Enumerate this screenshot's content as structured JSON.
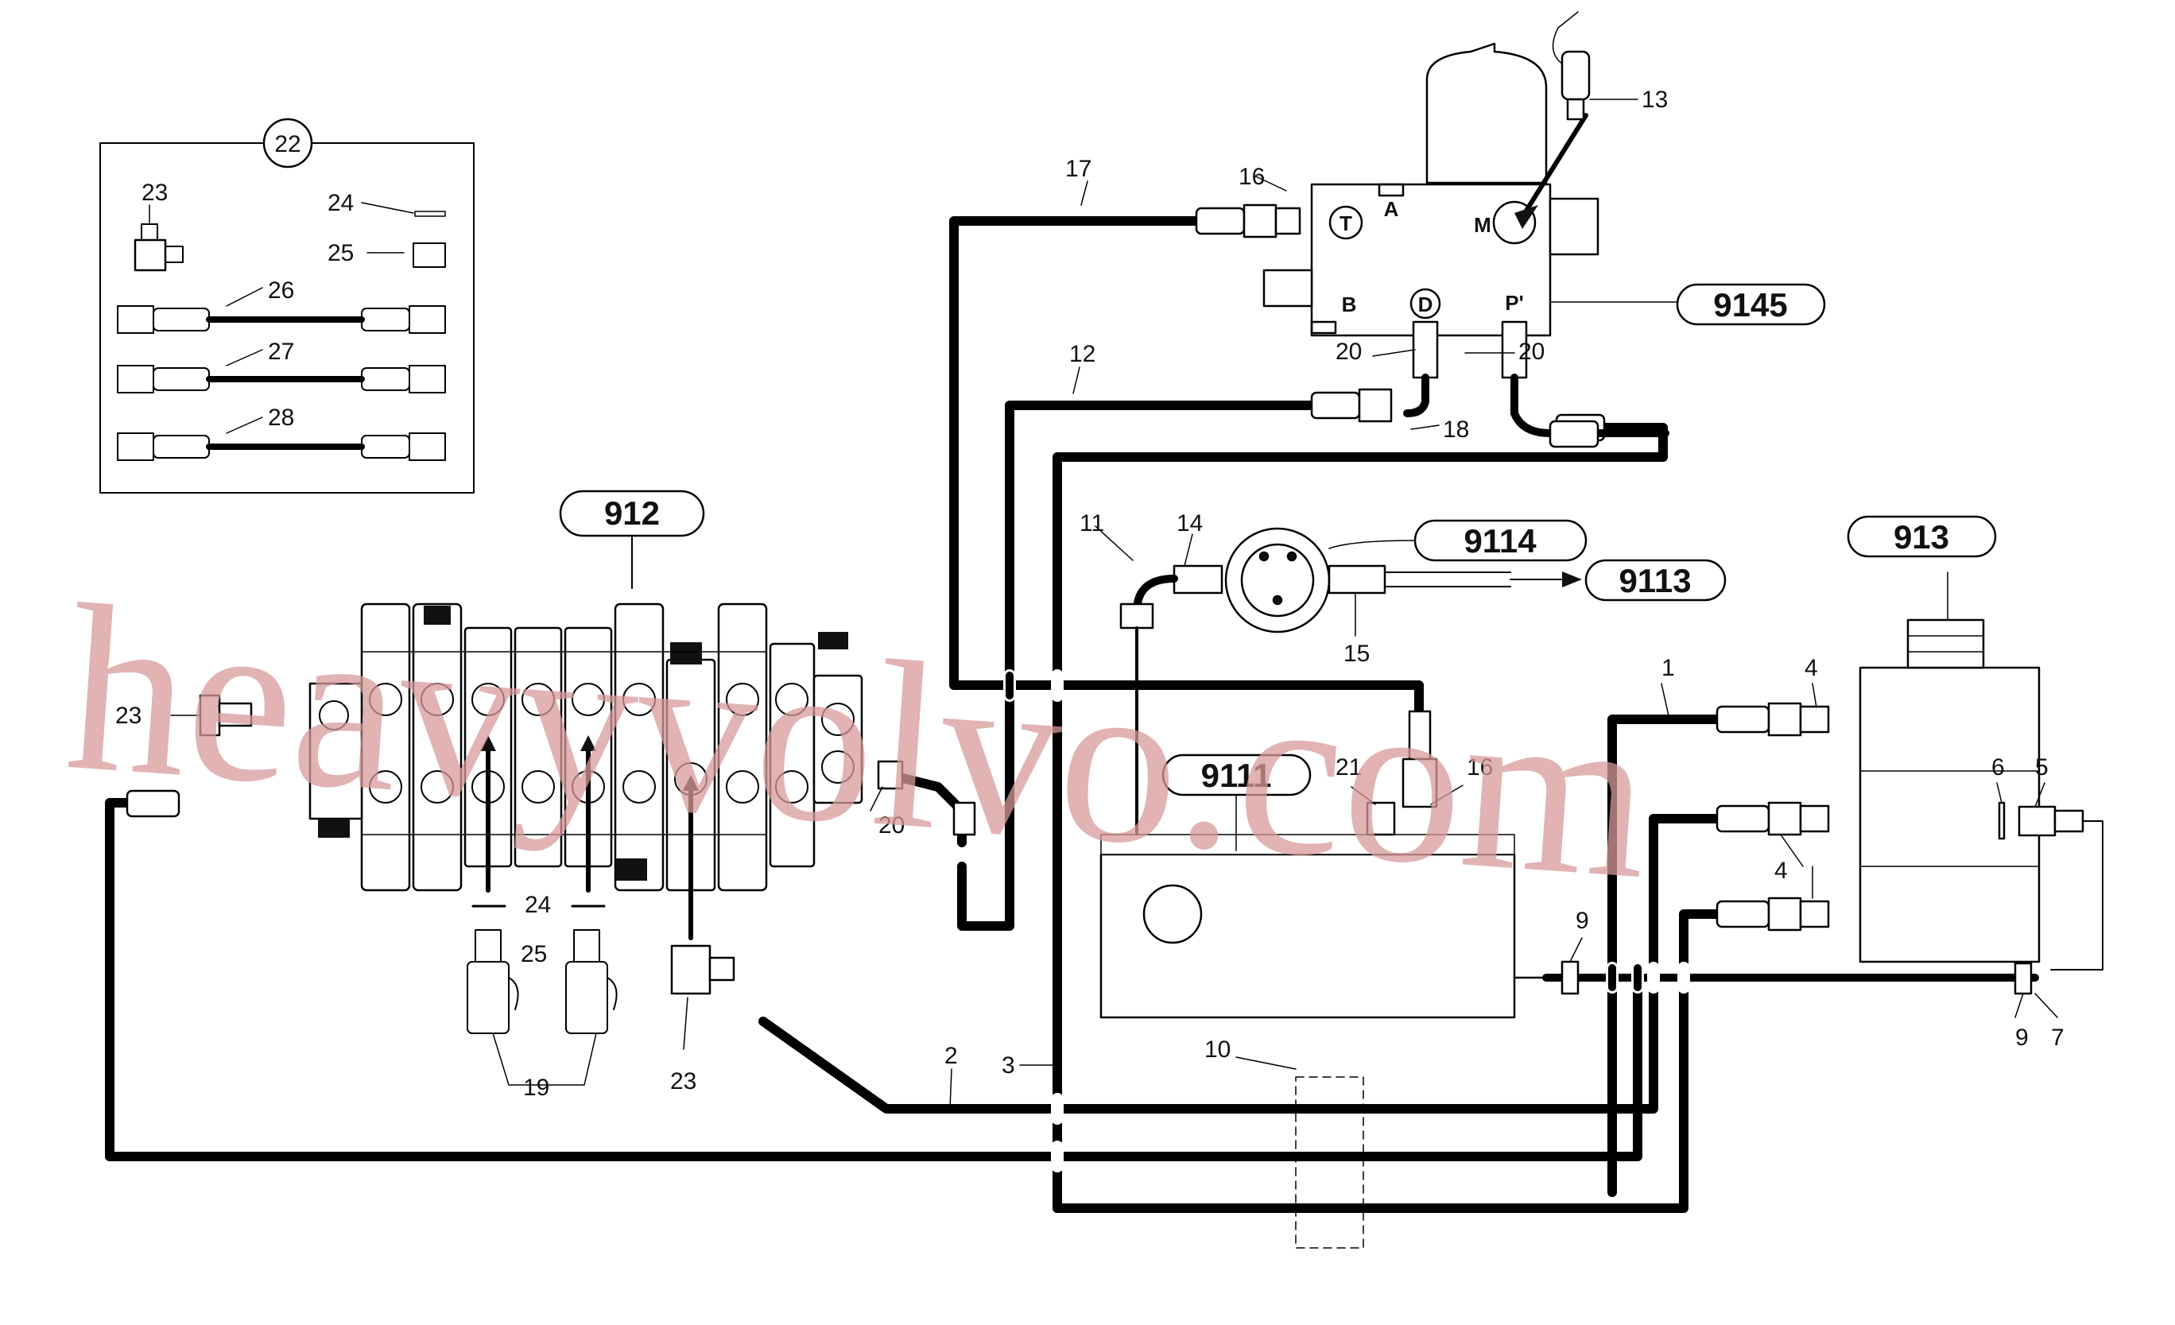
{
  "diagram": {
    "groups": {
      "g912": "912",
      "g9145": "9145",
      "g9114": "9114",
      "g9113": "9113",
      "g913": "913",
      "g9111": "9111",
      "g22": "22"
    },
    "ports": {
      "T": "T",
      "A": "A",
      "M": "M",
      "B": "B",
      "D": "D",
      "P": "P'"
    },
    "callouts": {
      "c1": "1",
      "c2": "2",
      "c3": "3",
      "c4a": "4",
      "c4b": "4",
      "c5": "5",
      "c6": "6",
      "c7": "7",
      "c9a": "9",
      "c9b": "9",
      "c10": "10",
      "c11": "11",
      "c12": "12",
      "c13": "13",
      "c14": "14",
      "c15": "15",
      "c16a": "16",
      "c16b": "16",
      "c17": "17",
      "c18": "18",
      "c19": "19",
      "c20a": "20",
      "c20b": "20",
      "c20c": "20",
      "c21": "21",
      "c23a": "23",
      "c23b": "23",
      "c23c": "23",
      "c24a": "24",
      "c24b": "24",
      "c25a": "25",
      "c25b": "25",
      "c26": "26",
      "c27": "27",
      "c28": "28"
    },
    "watermark": "heavyvolvo.com"
  }
}
